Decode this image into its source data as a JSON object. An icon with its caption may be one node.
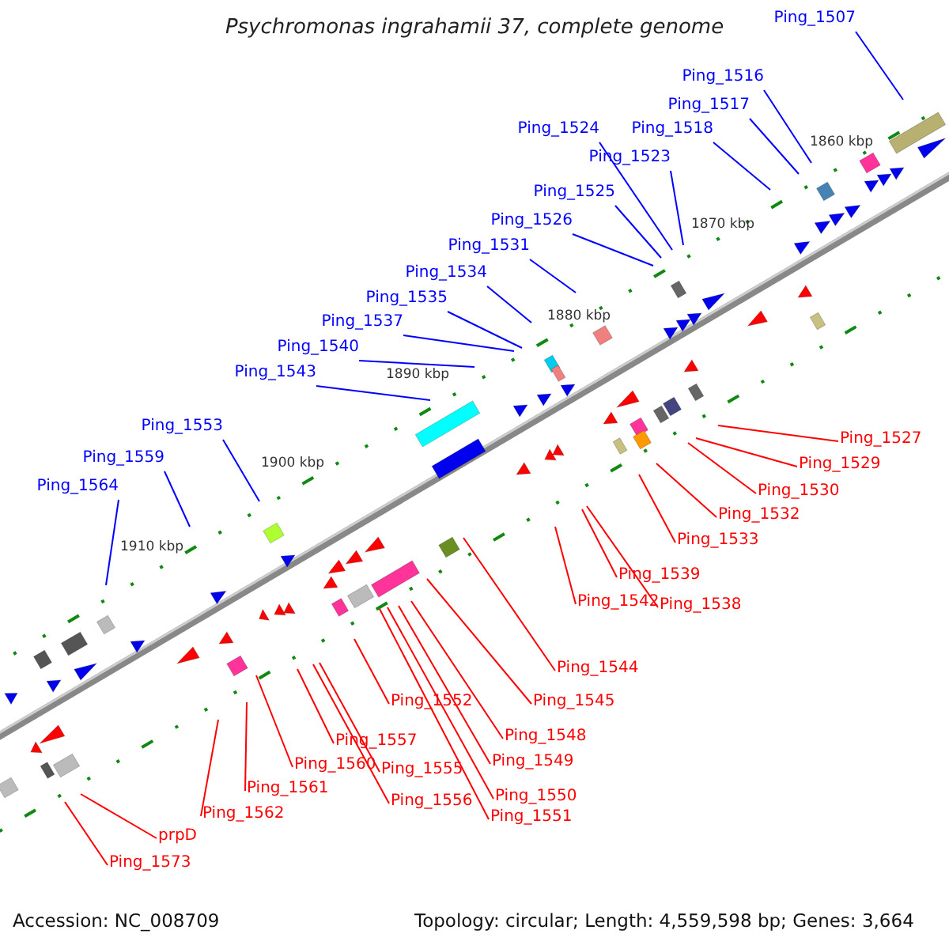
{
  "diagram": {
    "title": "Psychromonas ingrahamii 37, complete genome",
    "nodes": [
      {
        "text": [
          "Ping_1507"
        ]
      },
      {
        "text": [
          "Ping_1516"
        ]
      },
      {
        "text": [
          "Ping_1517"
        ]
      },
      {
        "text": [
          "Ping_1524"
        ]
      },
      {
        "text": [
          "Ping_1518"
        ]
      },
      {
        "text": [
          "Ping_1523"
        ]
      },
      {
        "text": [
          "Ping_1525"
        ]
      },
      {
        "text": [
          "Ping_1526"
        ]
      },
      {
        "text": [
          "Ping_1531"
        ]
      },
      {
        "text": [
          "Ping_1534"
        ]
      },
      {
        "text": [
          "Ping_1535"
        ]
      },
      {
        "text": [
          "Ping_1537"
        ]
      },
      {
        "text": [
          "Ping_1540"
        ]
      },
      {
        "text": [
          "Ping_1543"
        ]
      },
      {
        "text": [
          "Ping_1553"
        ]
      },
      {
        "text": [
          "Ping_1559"
        ]
      },
      {
        "text": [
          "Ping_1564"
        ]
      },
      {
        "text": [
          "Ping_1527"
        ]
      },
      {
        "text": [
          "Ping_1529"
        ]
      },
      {
        "text": [
          "Ping_1530"
        ]
      },
      {
        "text": [
          "Ping_1532"
        ]
      },
      {
        "text": [
          "Ping_1533"
        ]
      },
      {
        "text": [
          "Ping_1539"
        ]
      },
      {
        "text": [
          "Ping_1542"
        ]
      },
      {
        "text": [
          "Ping_1538"
        ]
      },
      {
        "text": [
          "Ping_1544"
        ]
      },
      {
        "text": [
          "Ping_1545"
        ]
      },
      {
        "text": [
          "Ping_1552"
        ]
      },
      {
        "text": [
          "Ping_1548"
        ]
      },
      {
        "text": [
          "Ping_1557"
        ]
      },
      {
        "text": [
          "Ping_1549"
        ]
      },
      {
        "text": [
          "Ping_1560"
        ]
      },
      {
        "text": [
          "Ping_1555"
        ]
      },
      {
        "text": [
          "Ping_1561"
        ]
      },
      {
        "text": [
          "Ping_1550"
        ]
      },
      {
        "text": [
          "Ping_1556"
        ]
      },
      {
        "text": [
          "Ping_1562"
        ]
      },
      {
        "text": [
          "Ping_1551"
        ]
      },
      {
        "text": [
          "prpD"
        ]
      },
      {
        "text": [
          "Ping_1573"
        ]
      }
    ],
    "edges": [
      {
        "from": 0,
        "to": null,
        "arrow": "none",
        "color": "#0000ff"
      },
      {
        "from": 1,
        "to": null,
        "arrow": "none",
        "color": "#0000ff"
      },
      {
        "from": 2,
        "to": null,
        "arrow": "none",
        "color": "#0000ff"
      },
      {
        "from": 3,
        "to": null,
        "arrow": "none",
        "color": "#0000ff"
      },
      {
        "from": 4,
        "to": null,
        "arrow": "none",
        "color": "#0000ff"
      },
      {
        "from": 5,
        "to": null,
        "arrow": "none",
        "color": "#0000ff"
      },
      {
        "from": 6,
        "to": null,
        "arrow": "none",
        "color": "#0000ff"
      },
      {
        "from": 7,
        "to": null,
        "arrow": "none",
        "color": "#0000ff"
      },
      {
        "from": 8,
        "to": null,
        "arrow": "none",
        "color": "#0000ff"
      },
      {
        "from": 9,
        "to": null,
        "arrow": "none",
        "color": "#0000ff"
      },
      {
        "from": 10,
        "to": null,
        "arrow": "none",
        "color": "#0000ff"
      },
      {
        "from": 11,
        "to": null,
        "arrow": "none",
        "color": "#0000ff"
      },
      {
        "from": 12,
        "to": null,
        "arrow": "none",
        "color": "#0000ff"
      },
      {
        "from": 13,
        "to": null,
        "arrow": "none",
        "color": "#0000ff"
      },
      {
        "from": 14,
        "to": null,
        "arrow": "none",
        "color": "#0000ff"
      },
      {
        "from": 15,
        "to": null,
        "arrow": "none",
        "color": "#0000ff"
      },
      {
        "from": 16,
        "to": null,
        "arrow": "none",
        "color": "#0000ff"
      },
      {
        "from": 17,
        "to": null,
        "arrow": "none"
      },
      {
        "from": 18,
        "to": null,
        "arrow": "none"
      },
      {
        "from": 19,
        "to": null,
        "arrow": "none"
      },
      {
        "from": 20,
        "to": null,
        "arrow": "none"
      },
      {
        "from": 21,
        "to": null,
        "arrow": "none"
      },
      {
        "from": 22,
        "to": null,
        "arrow": "none"
      },
      {
        "from": 23,
        "to": null,
        "arrow": "none"
      },
      {
        "from": 24,
        "to": null,
        "arrow": "none"
      },
      {
        "from": 25,
        "to": null,
        "arrow": "none"
      },
      {
        "from": 26,
        "to": null,
        "arrow": "none"
      },
      {
        "from": 27,
        "to": null,
        "arrow": "none"
      },
      {
        "from": 28,
        "to": null,
        "arrow": "none"
      },
      {
        "from": 29,
        "to": null,
        "arrow": "none"
      },
      {
        "from": 30,
        "to": null,
        "arrow": "none"
      },
      {
        "from": 31,
        "to": null,
        "arrow": "none"
      },
      {
        "from": 32,
        "to": null,
        "arrow": "none"
      },
      {
        "from": 33,
        "to": null,
        "arrow": "none"
      },
      {
        "from": 34,
        "to": null,
        "arrow": "none"
      },
      {
        "from": 35,
        "to": null,
        "arrow": "none"
      },
      {
        "from": 36,
        "to": null,
        "arrow": "none"
      },
      {
        "from": 37,
        "to": null,
        "arrow": "none"
      },
      {
        "from": 38,
        "to": null,
        "arrow": "none"
      },
      {
        "from": 39,
        "to": null,
        "arrow": "none"
      }
    ],
    "labels": [
      "1860 kbp",
      "1870 kbp",
      "1880 kbp",
      "1890 kbp",
      "1900 kbp",
      "1910 kbp",
      "Accession: NC_008709",
      "Topology: circular; Length: 4,559,598 bp; Genes: 3,664"
    ]
  }
}
